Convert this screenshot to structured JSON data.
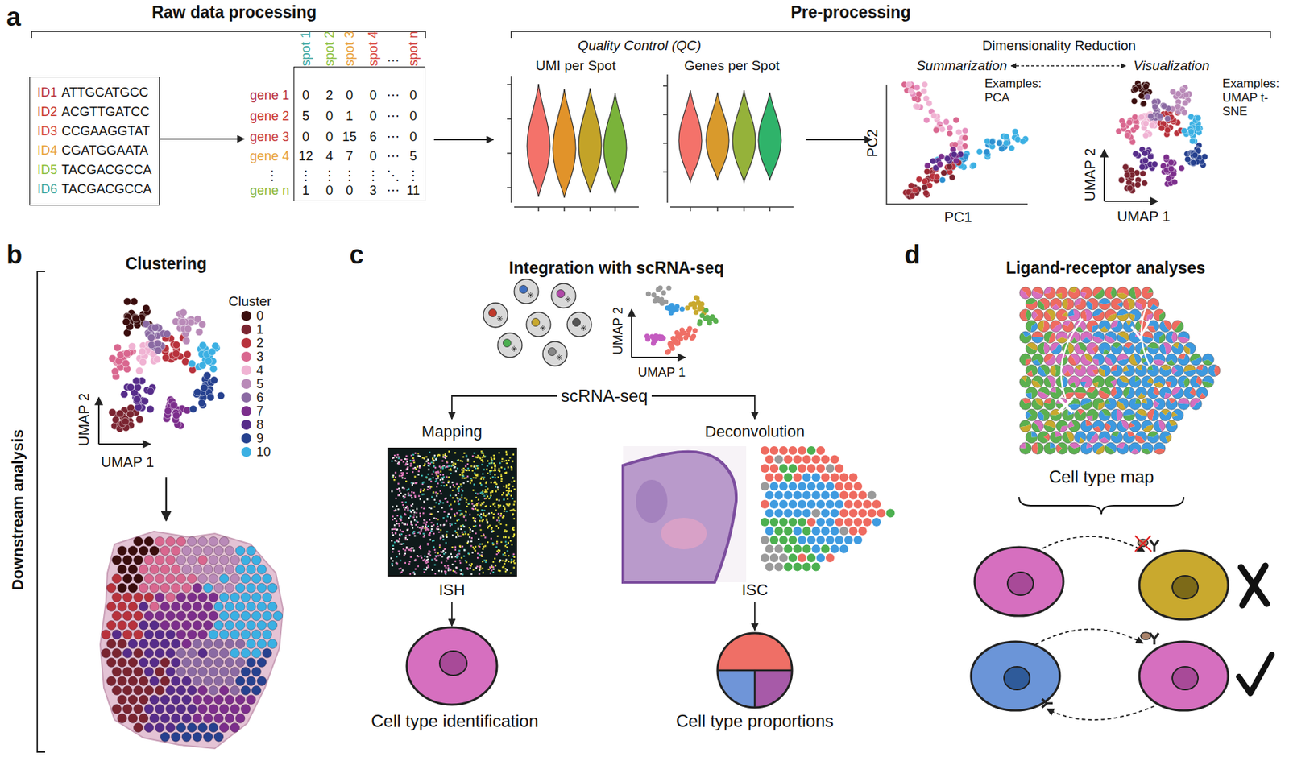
{
  "diagram": {
    "nodes": [
      {
        "text": [
          "ID1",
          "ATTGCATGCC",
          "ID2",
          "ACGTTGATCC",
          "ID3",
          "CCGAAGGTAT",
          "ID4",
          "CGATGGAATA",
          "ID5",
          "TACGACGCCA",
          "ID6",
          "TACGACGCCA"
        ]
      },
      {
        "text": [
          "spot 1",
          "spot 2",
          "spot 3",
          "spot 4",
          "…",
          "spot n",
          "gene 1",
          "0",
          "2",
          "0",
          "0",
          "⋯",
          "0",
          "gene 2",
          "5",
          "0",
          "1",
          "0",
          "⋯",
          "0",
          "gene 3",
          "0",
          "0",
          "15",
          "6",
          "⋯",
          "0",
          "gene 4",
          "12",
          "4",
          "7",
          "0",
          "⋯",
          "5",
          "⋮",
          "⋮",
          "⋮",
          "⋮",
          "⋮",
          "⋱",
          "⋮",
          "gene n",
          "1",
          "0",
          "0",
          "3",
          "⋯",
          "11"
        ]
      }
    ],
    "edges": [
      {
        "from": 0,
        "to": 1,
        "arrow": "to"
      }
    ],
    "labels": [
      "a",
      "Raw data processing",
      "Pre-processing",
      "Quality Control (QC)",
      "UMI per Spot",
      "Genes per Spot",
      "Dimensionality Reduction",
      "Summarization",
      "Visualization",
      "Examples: PCA",
      "Examples: UMAP t-SNE",
      "PC2",
      "PC1",
      "UMAP 2",
      "UMAP 1",
      "b",
      "Downstream analysis",
      "Clustering",
      "Cluster",
      "UMAP 2",
      "UMAP 1",
      "c",
      "Integration with scRNA-seq",
      "UMAP 2",
      "UMAP 1",
      "scRNA-seq",
      "Mapping",
      "Deconvolution",
      "ISH",
      "ISC",
      "Cell type identification",
      "Cell type proportions",
      "d",
      "Ligand-receptor analyses",
      "Cell type map"
    ],
    "legend": [
      {
        "text": "0",
        "color": "#3a0d0d"
      },
      {
        "text": "1",
        "color": "#7a2430"
      },
      {
        "text": "2",
        "color": "#b8323c"
      },
      {
        "text": "3",
        "color": "#d9678f"
      },
      {
        "text": "4",
        "color": "#f0b3d3"
      },
      {
        "text": "5",
        "color": "#b98ab8"
      },
      {
        "text": "6",
        "color": "#8b6aa3"
      },
      {
        "text": "7",
        "color": "#7c2e8c"
      },
      {
        "text": "8",
        "color": "#562c8a"
      },
      {
        "text": "9",
        "color": "#26418f"
      },
      {
        "text": "10",
        "color": "#3bb0e3"
      }
    ]
  }
}
